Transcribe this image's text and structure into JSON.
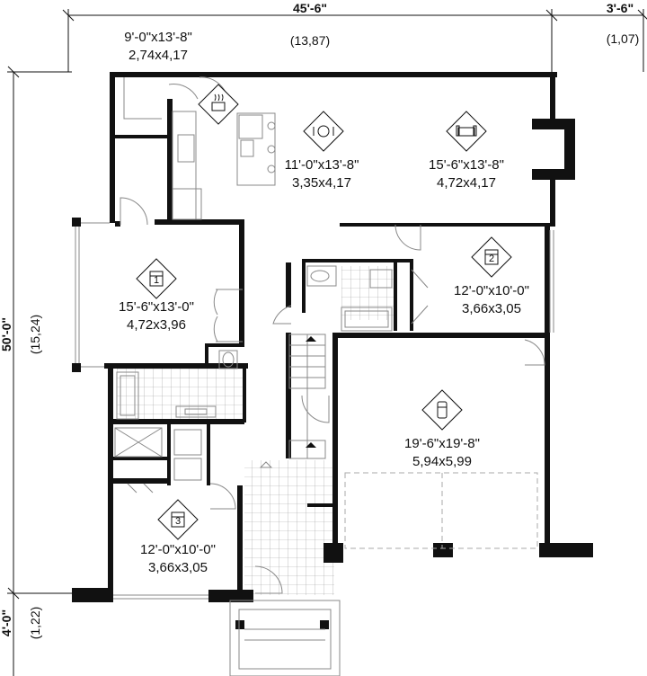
{
  "dimensions": {
    "top_width_imperial": "45'-6\"",
    "top_width_metric": "(13,87)",
    "top_right_imperial": "3'-6\"",
    "top_right_metric": "(1,07)",
    "left_height_imperial": "50'-0\"",
    "left_height_metric": "(15,24)",
    "bottom_left_imperial": "4'-0\"",
    "bottom_left_metric": "(1,22)"
  },
  "rooms": [
    {
      "id": "kitchen-top",
      "imperial": "9'-0\"x13'-8\"",
      "metric": "2,74x4,17",
      "icon": "kitchen-icon"
    },
    {
      "id": "dining",
      "imperial": "11'-0\"x13'-8\"",
      "metric": "3,35x4,17",
      "icon": "dining-icon"
    },
    {
      "id": "living",
      "imperial": "15'-6\"x13'-8\"",
      "metric": "4,72x4,17",
      "icon": "sofa-icon"
    },
    {
      "id": "bedroom-1",
      "imperial": "15'-6\"x13'-0\"",
      "metric": "4,72x3,96",
      "icon": "bed-icon",
      "number": "1"
    },
    {
      "id": "bedroom-2",
      "imperial": "12'-0\"x10'-0\"",
      "metric": "3,66x3,05",
      "icon": "bed-icon",
      "number": "2"
    },
    {
      "id": "garage",
      "imperial": "19'-6\"x19'-8\"",
      "metric": "5,94x5,99",
      "icon": "car-icon"
    },
    {
      "id": "bedroom-3",
      "imperial": "12'-0\"x10'-0\"",
      "metric": "3,66x3,05",
      "icon": "bed-icon",
      "number": "3"
    }
  ]
}
